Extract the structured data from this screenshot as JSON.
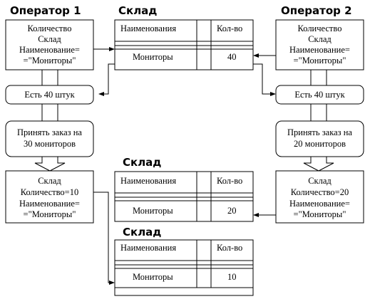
{
  "operator1": {
    "title": "Оператор 1",
    "query": [
      "Количество",
      "Склад",
      "Наименование=",
      "=\"Мониторы\""
    ],
    "result": "Есть 40 штук",
    "order": [
      "Принять заказ на",
      "30 мониторов"
    ],
    "update": [
      "Склад",
      "Количество=10",
      "Наименование=",
      "=\"Мониторы\""
    ]
  },
  "operator2": {
    "title": "Оператор 2",
    "query": [
      "Количество",
      "Склад",
      "Наименование=",
      "=\"Мониторы\""
    ],
    "result": "Есть 40 штук",
    "order": [
      "Принять заказ на",
      "20 мониторов"
    ],
    "update": [
      "Склад",
      "Количество=20",
      "Наименование=",
      "=\"Мониторы\""
    ]
  },
  "tables": [
    {
      "title": "Склад",
      "col_name": "Наименования",
      "col_qty": "Кол-во",
      "item": "Мониторы",
      "qty": "40"
    },
    {
      "title": "Склад",
      "col_name": "Наименования",
      "col_qty": "Кол-во",
      "item": "Мониторы",
      "qty": "20"
    },
    {
      "title": "Склад",
      "col_name": "Наименования",
      "col_qty": "Кол-во",
      "item": "Мониторы",
      "qty": "10"
    }
  ]
}
